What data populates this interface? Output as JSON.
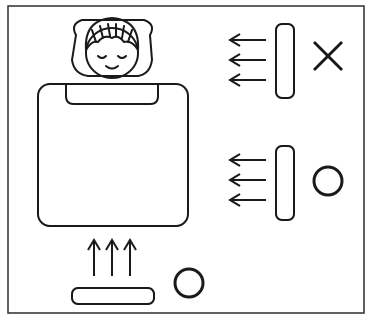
{
  "diagram": {
    "panels": [
      {
        "position": "side-top",
        "arrows": 3,
        "direction": "toward-head",
        "verdict": "cross"
      },
      {
        "position": "side-middle",
        "arrows": 3,
        "direction": "toward-body",
        "verdict": "circle"
      },
      {
        "position": "foot",
        "arrows": 3,
        "direction": "upward",
        "verdict": "circle"
      }
    ],
    "colors": {
      "line": "#1a1a1a",
      "background": "#ffffff",
      "frame": "#3a3a3a"
    },
    "icons": [
      "sleeping-person-icon",
      "airflow-arrow-icon",
      "cross-mark-icon",
      "circle-mark-icon"
    ]
  }
}
